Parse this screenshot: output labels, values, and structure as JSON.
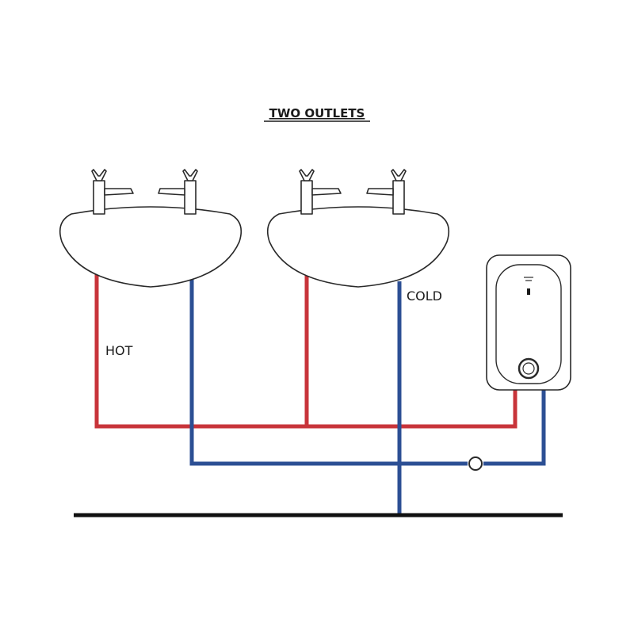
{
  "title": "TWO OUTLETS",
  "labels": {
    "hot": "HOT",
    "cold": "COLD"
  },
  "colors": {
    "hot_pipe": "#c8343a",
    "cold_pipe": "#2c4f94",
    "floor": "#111111",
    "outline": "#2a2a2a"
  },
  "components": [
    "wash-basin",
    "wash-basin",
    "water-heater",
    "valve",
    "floor-line"
  ]
}
